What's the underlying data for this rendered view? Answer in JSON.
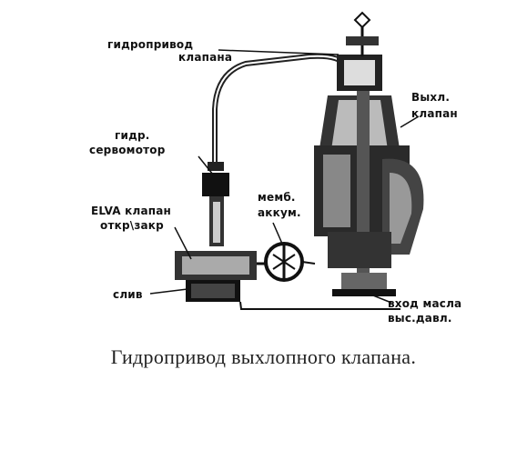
{
  "diagram": {
    "labels": {
      "actuator_line1": "гидропривод",
      "actuator_line2": "клапана",
      "servo_line1": "гидр.",
      "servo_line2": "сервомотор",
      "elva_line1": "ELVA клапан",
      "elva_line2": "откр\\закр",
      "drain": "слив",
      "accum_line1": "мемб.",
      "accum_line2": "аккум.",
      "exhaust_line1": "Выхл.",
      "exhaust_line2": "клапан",
      "oil_line1": "вход масла",
      "oil_line2": "выс.давл."
    },
    "caption": "Гидропривод выхлопного клапана."
  }
}
